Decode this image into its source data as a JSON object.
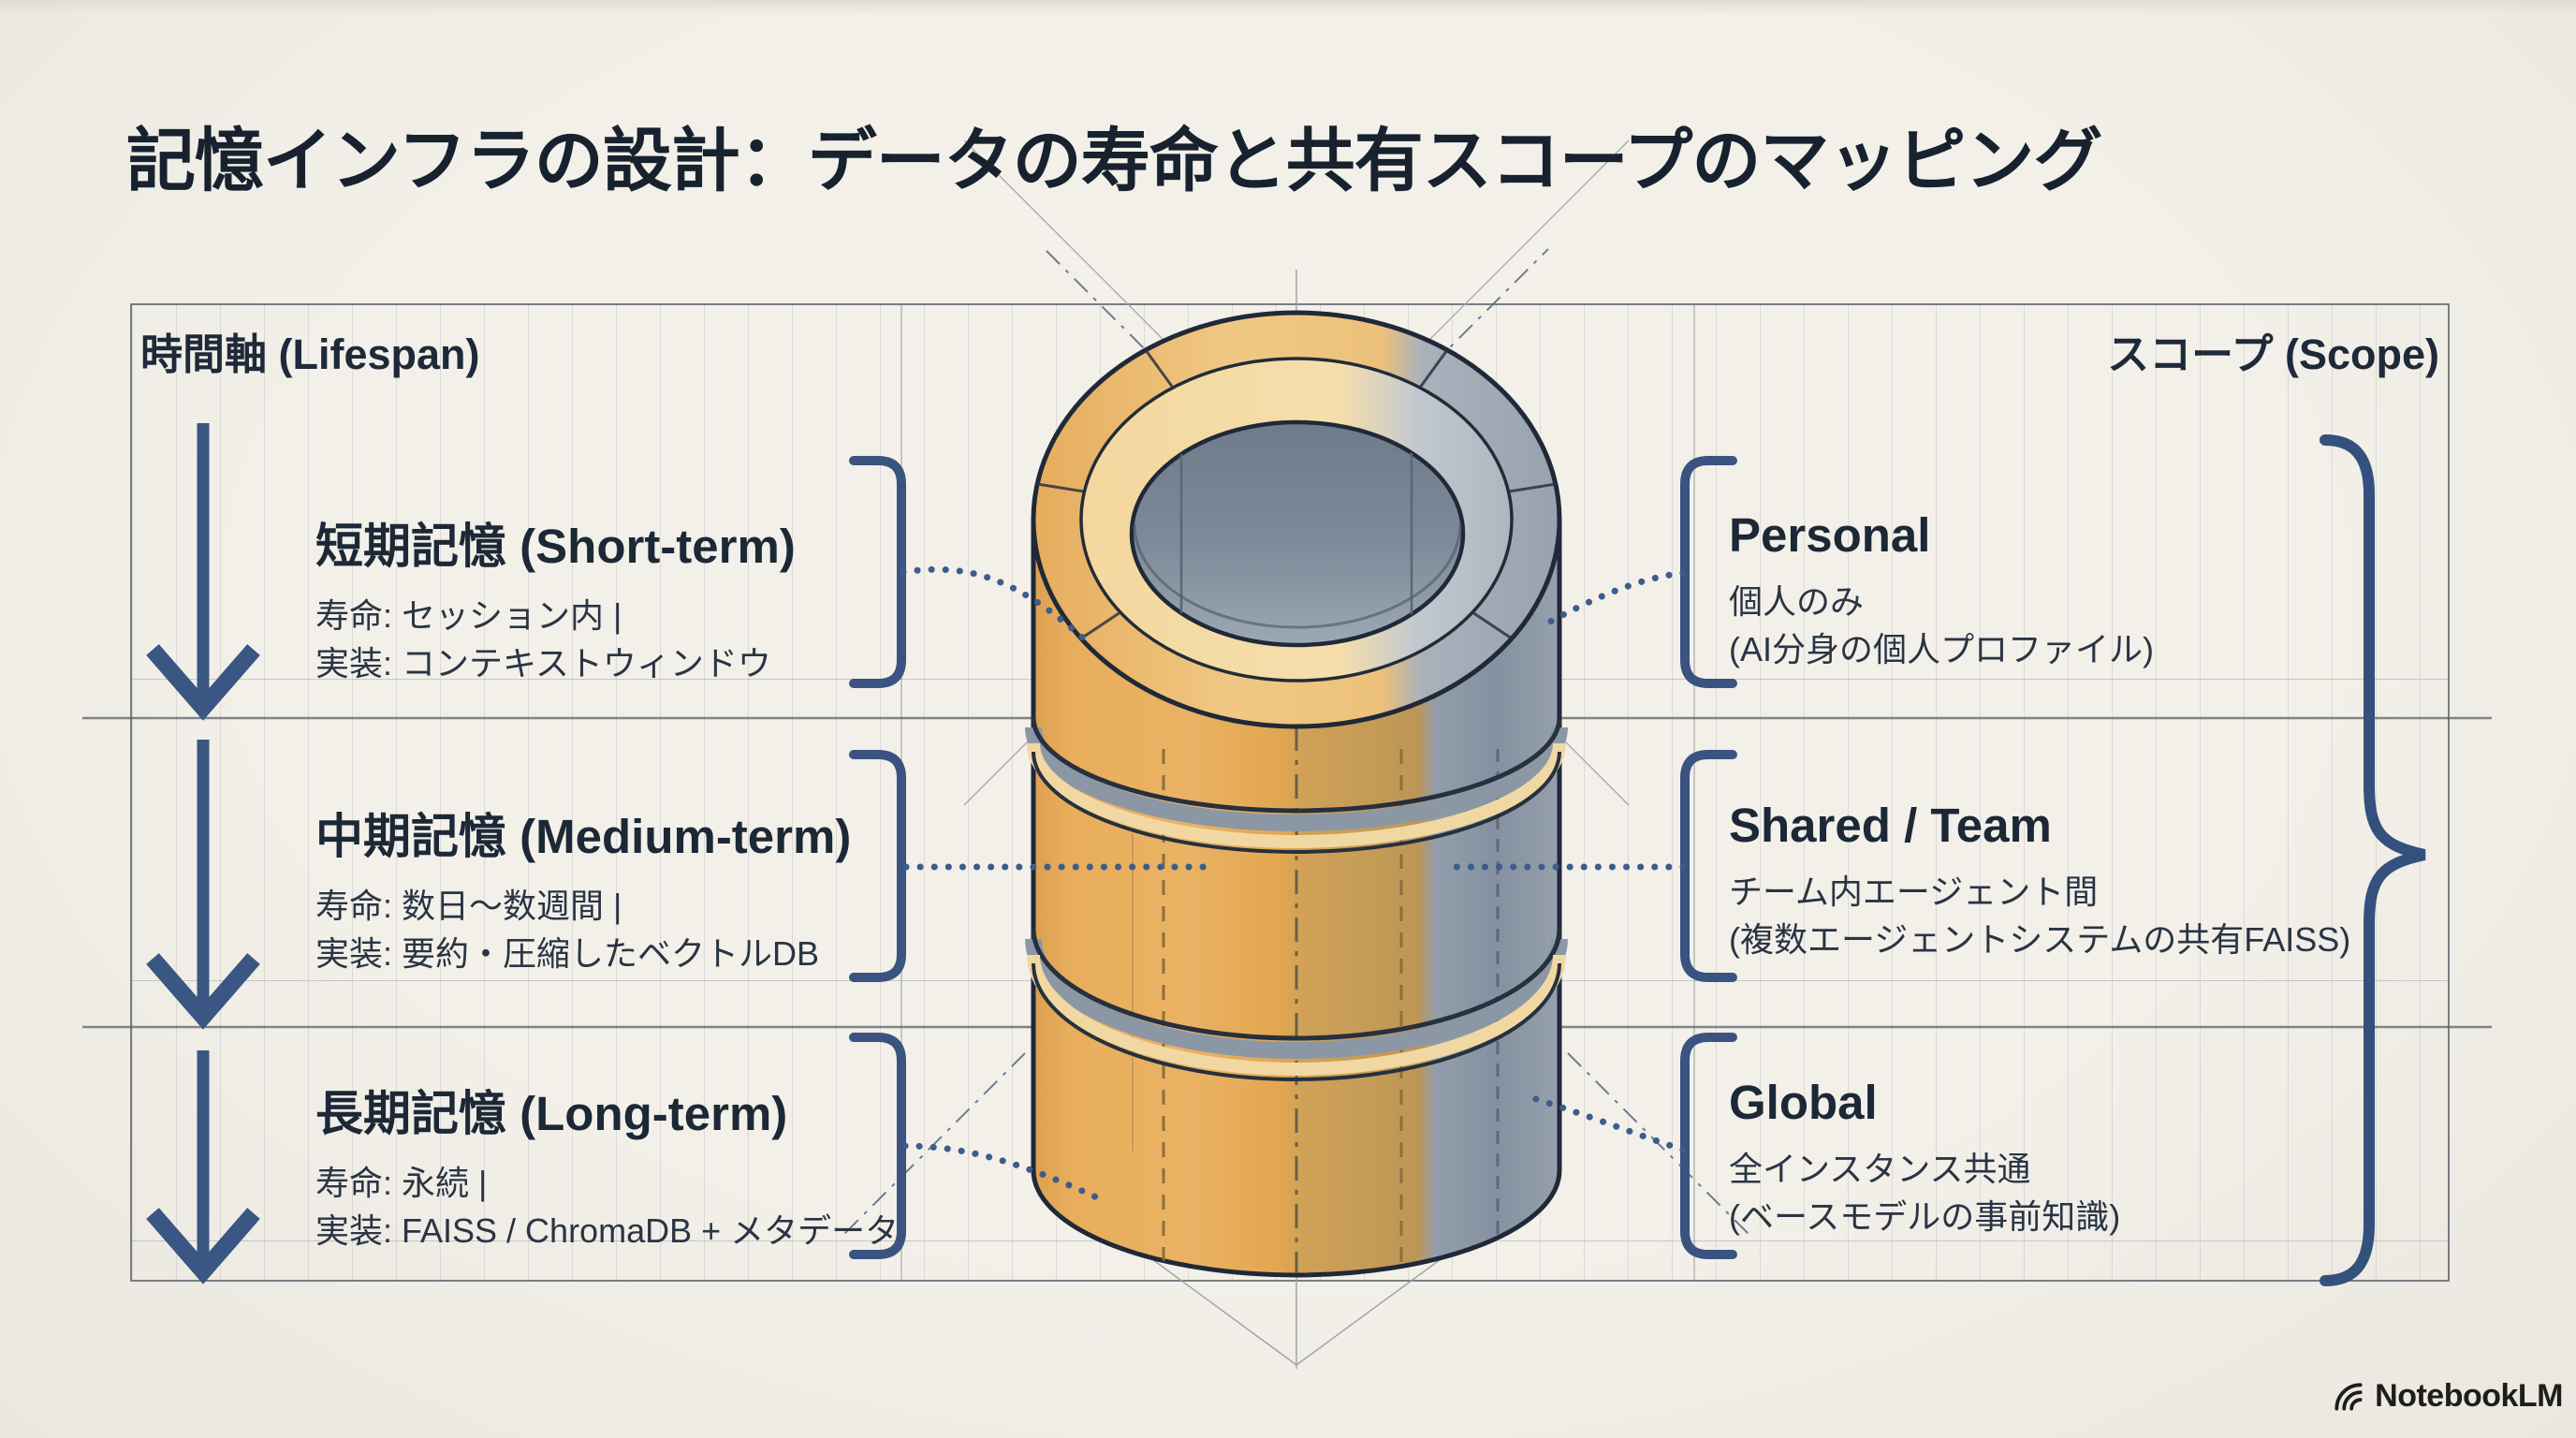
{
  "title": "記憶インフラの設計：データの寿命と共有スコープのマッピング",
  "axes": {
    "lifespan_header": "時間軸 (Lifespan)",
    "scope_header": "スコープ (Scope)"
  },
  "rows": [
    {
      "memory": {
        "title": "短期記憶 (Short-term)",
        "lifespan": "寿命: セッション内 |",
        "implementation": "実装: コンテキストウィンドウ"
      },
      "scope": {
        "title": "Personal",
        "line1": "個人のみ",
        "line2": "(AI分身の個人プロファイル)"
      }
    },
    {
      "memory": {
        "title": "中期記憶 (Medium-term)",
        "lifespan": "寿命: 数日～数週間 |",
        "implementation": "実装: 要約・圧縮したベクトルDB"
      },
      "scope": {
        "title": "Shared / Team",
        "line1": "チーム内エージェント間",
        "line2": "(複数エージェントシステムの共有FAISS)"
      }
    },
    {
      "memory": {
        "title": "長期記憶 (Long-term)",
        "lifespan": "寿命: 永続 |",
        "implementation": "実装: FAISS / ChromaDB + メタデータ"
      },
      "scope": {
        "title": "Global",
        "line1": "全インスタンス共通",
        "line2": "(ベースモデルの事前知識)"
      }
    }
  ],
  "cylinder": {
    "segments": 3
  },
  "branding": {
    "logo_text": "NotebookLM"
  },
  "colors": {
    "background": "#EFEDE6",
    "ink": "#18222F",
    "accent_navy": "#3A5380",
    "cylinder_gold": "#E3A64F",
    "cylinder_gray": "#8C98A8"
  }
}
